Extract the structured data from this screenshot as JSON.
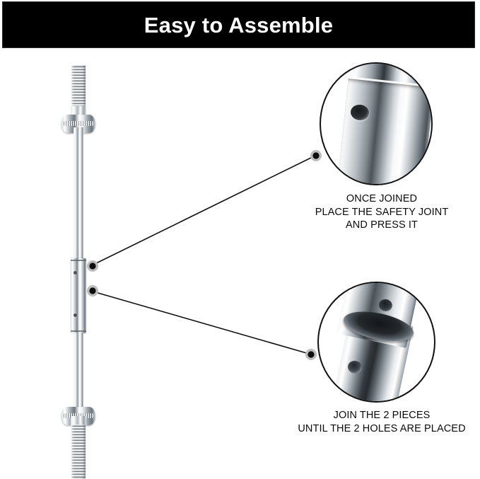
{
  "header": {
    "title": "Easy to Assemble",
    "background_color": "#000000",
    "text_color": "#ffffff"
  },
  "product": {
    "name": "chrome-barbell-bar",
    "parts": {
      "thread_top": "threaded-end-top",
      "collar_top": "spinlock-collar-top",
      "shaft_upper": "upper-shaft",
      "joint_sleeve": "center-safety-joint-sleeve",
      "shaft_lower": "lower-shaft",
      "collar_bottom": "spinlock-collar-bottom",
      "thread_bottom": "threaded-end-bottom"
    }
  },
  "callouts": [
    {
      "id": "callout-top",
      "marker_label": "safety-joint-marker",
      "detail_label": "zoom-detail-safety-joint",
      "caption_lines": [
        "ONCE JOINED",
        "PLACE THE SAFETY JOINT",
        "AND PRESS IT"
      ]
    },
    {
      "id": "callout-bottom",
      "marker_label": "hole-alignment-marker",
      "detail_label": "zoom-detail-tube-holes",
      "caption_lines": [
        "JOIN THE 2 PIECES",
        "UNTIL THE 2 HOLES ARE PLACED"
      ]
    }
  ],
  "colors": {
    "line": "#111111",
    "dot_core": "#0d0d0d",
    "dot_ring": "#b9b9b9",
    "background": "#ffffff"
  }
}
